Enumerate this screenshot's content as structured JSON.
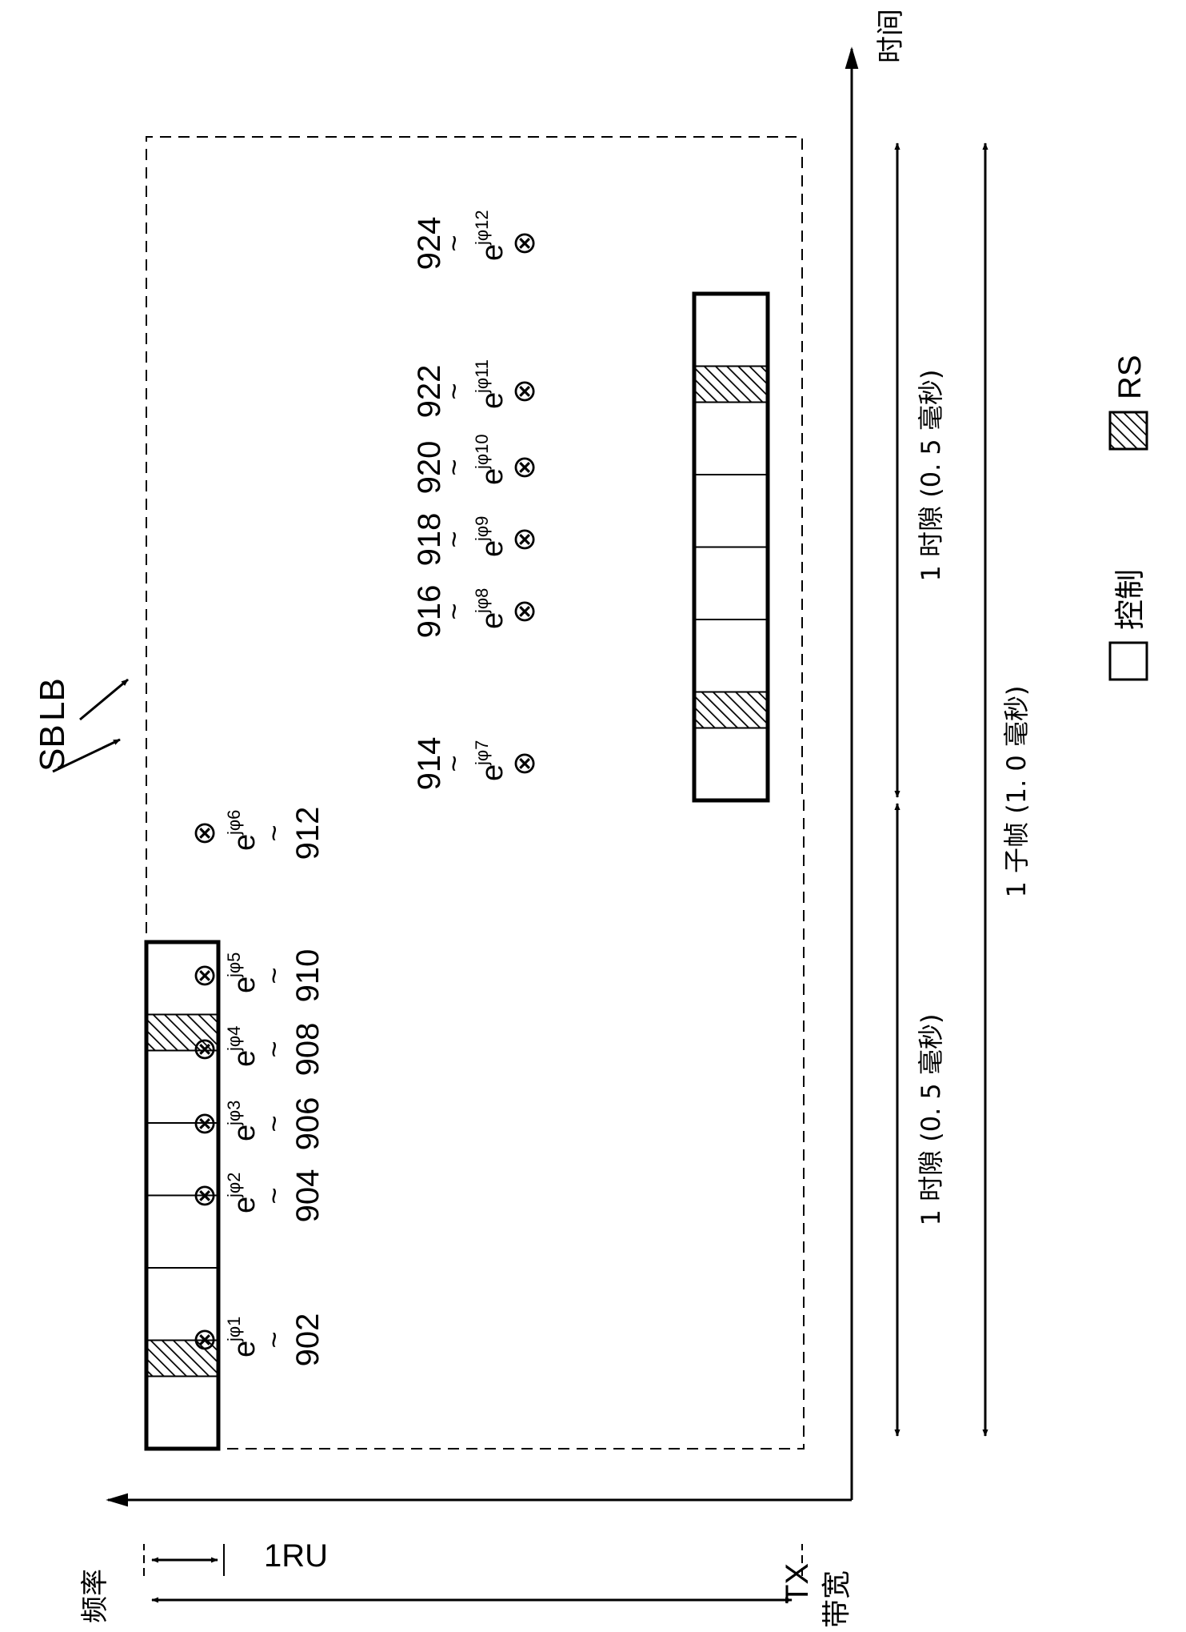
{
  "axes": {
    "time_label": "时间",
    "frequency_label": "频率"
  },
  "labels": {
    "sb": "SB",
    "lb": "LB",
    "one_ru": "1RU",
    "tx": "TX",
    "bandwidth": "带宽"
  },
  "tilde": "~",
  "multiply": "⊗",
  "slot1": {
    "blocks": [
      "control",
      "rs",
      "control",
      "control",
      "control",
      "control",
      "rs",
      "control"
    ],
    "symbols": [
      {
        "e": "e",
        "sup": "jφ1",
        "ref": "902"
      },
      {
        "e": "e",
        "sup": "jφ2",
        "ref": "904"
      },
      {
        "e": "e",
        "sup": "jφ3",
        "ref": "906"
      },
      {
        "e": "e",
        "sup": "jφ4",
        "ref": "908"
      },
      {
        "e": "e",
        "sup": "jφ5",
        "ref": "910"
      },
      {
        "e": "e",
        "sup": "jφ6",
        "ref": "912"
      }
    ]
  },
  "slot2": {
    "blocks": [
      "control",
      "rs",
      "control",
      "control",
      "control",
      "control",
      "rs",
      "control"
    ],
    "symbols": [
      {
        "e": "e",
        "sup": "jφ7",
        "ref": "914"
      },
      {
        "e": "e",
        "sup": "jφ8",
        "ref": "916"
      },
      {
        "e": "e",
        "sup": "jφ9",
        "ref": "918"
      },
      {
        "e": "e",
        "sup": "jφ10",
        "ref": "920"
      },
      {
        "e": "e",
        "sup": "jφ11",
        "ref": "922"
      },
      {
        "e": "e",
        "sup": "jφ12",
        "ref": "924"
      }
    ]
  },
  "durations": {
    "slot": "1 时隙 (0. 5 毫秒)",
    "subframe": "1 子帧 (1. 0 毫秒)"
  },
  "legend": {
    "control": "控制",
    "rs": "RS"
  }
}
